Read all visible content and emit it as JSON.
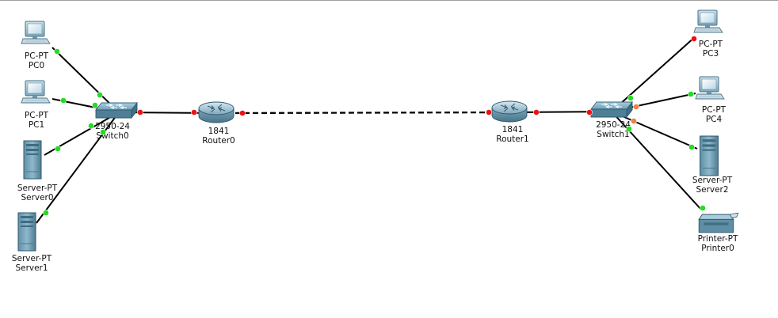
{
  "colors": {
    "background": "#ffffff",
    "link": "#000000",
    "port_up": "#22dd22",
    "port_down": "#ee1111",
    "port_blocking": "#f08040"
  },
  "devices": {
    "pc0": {
      "icon": "pc-icon",
      "model": "PC-PT",
      "name": "PC0"
    },
    "pc1": {
      "icon": "pc-icon",
      "model": "PC-PT",
      "name": "PC1"
    },
    "server0": {
      "icon": "server-icon",
      "model": "Server-PT",
      "name": "Server0"
    },
    "server1": {
      "icon": "server-icon",
      "model": "Server-PT",
      "name": "Server1"
    },
    "switch0": {
      "icon": "switch-icon",
      "model": "2950-24",
      "name": "Switch0"
    },
    "router0": {
      "icon": "router-icon",
      "model": "1841",
      "name": "Router0"
    },
    "router1": {
      "icon": "router-icon",
      "model": "1841",
      "name": "Router1"
    },
    "switch1": {
      "icon": "switch-icon",
      "model": "2950-24",
      "name": "Switch1"
    },
    "pc3": {
      "icon": "pc-icon",
      "model": "PC-PT",
      "name": "PC3"
    },
    "pc4": {
      "icon": "pc-icon",
      "model": "PC-PT",
      "name": "PC4"
    },
    "server2": {
      "icon": "server-icon",
      "model": "Server-PT",
      "name": "Server2"
    },
    "printer0": {
      "icon": "printer-icon",
      "model": "Printer-PT",
      "name": "Printer0"
    }
  },
  "links": [
    {
      "a": "pc0",
      "b": "switch0",
      "style": "straight",
      "a_status": "up",
      "b_status": "up"
    },
    {
      "a": "pc1",
      "b": "switch0",
      "style": "straight",
      "a_status": "up",
      "b_status": "up"
    },
    {
      "a": "server0",
      "b": "switch0",
      "style": "straight",
      "a_status": "up",
      "b_status": "up"
    },
    {
      "a": "server1",
      "b": "switch0",
      "style": "straight",
      "a_status": "up",
      "b_status": "up"
    },
    {
      "a": "switch0",
      "b": "router0",
      "style": "straight",
      "a_status": "down",
      "b_status": "down"
    },
    {
      "a": "router0",
      "b": "router1",
      "style": "dashed",
      "a_status": "down",
      "b_status": "down"
    },
    {
      "a": "router1",
      "b": "switch1",
      "style": "straight",
      "a_status": "down",
      "b_status": "down"
    },
    {
      "a": "switch1",
      "b": "pc3",
      "style": "straight",
      "a_status": "up",
      "b_status": "down"
    },
    {
      "a": "switch1",
      "b": "pc4",
      "style": "straight",
      "a_status": "blocking",
      "b_status": "up"
    },
    {
      "a": "switch1",
      "b": "server2",
      "style": "straight",
      "a_status": "blocking",
      "b_status": "up"
    },
    {
      "a": "switch1",
      "b": "printer0",
      "style": "straight",
      "a_status": "up",
      "b_status": "up"
    }
  ]
}
